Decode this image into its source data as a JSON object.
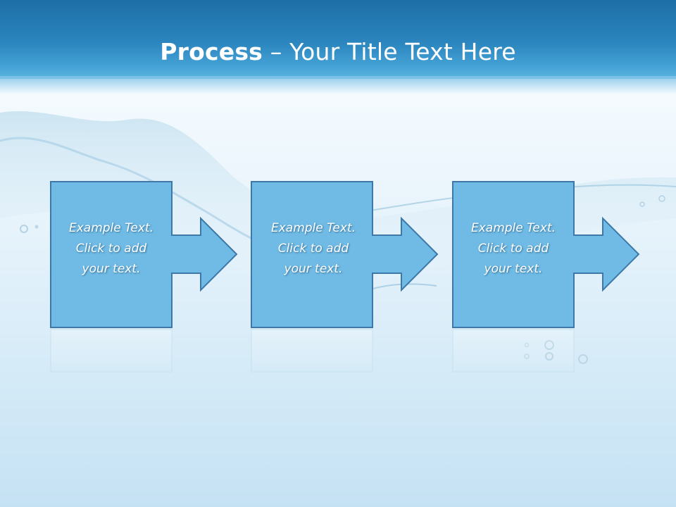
{
  "title": {
    "bold": "Process",
    "rest": " – Your Title Text Here"
  },
  "steps": [
    {
      "line1": "Example Text.",
      "line2": "Click  to add",
      "line3": "your text."
    },
    {
      "line1": "Example Text.",
      "line2": "Click  to add",
      "line3": "your text."
    },
    {
      "line1": "Example Text.",
      "line2": "Click  to add",
      "line3": "your text."
    }
  ],
  "colors": {
    "title_bar": "#2c86bf",
    "box_fill": "#6fbbe5",
    "box_stroke": "#3d78a8",
    "title_text": "#ffffff"
  }
}
